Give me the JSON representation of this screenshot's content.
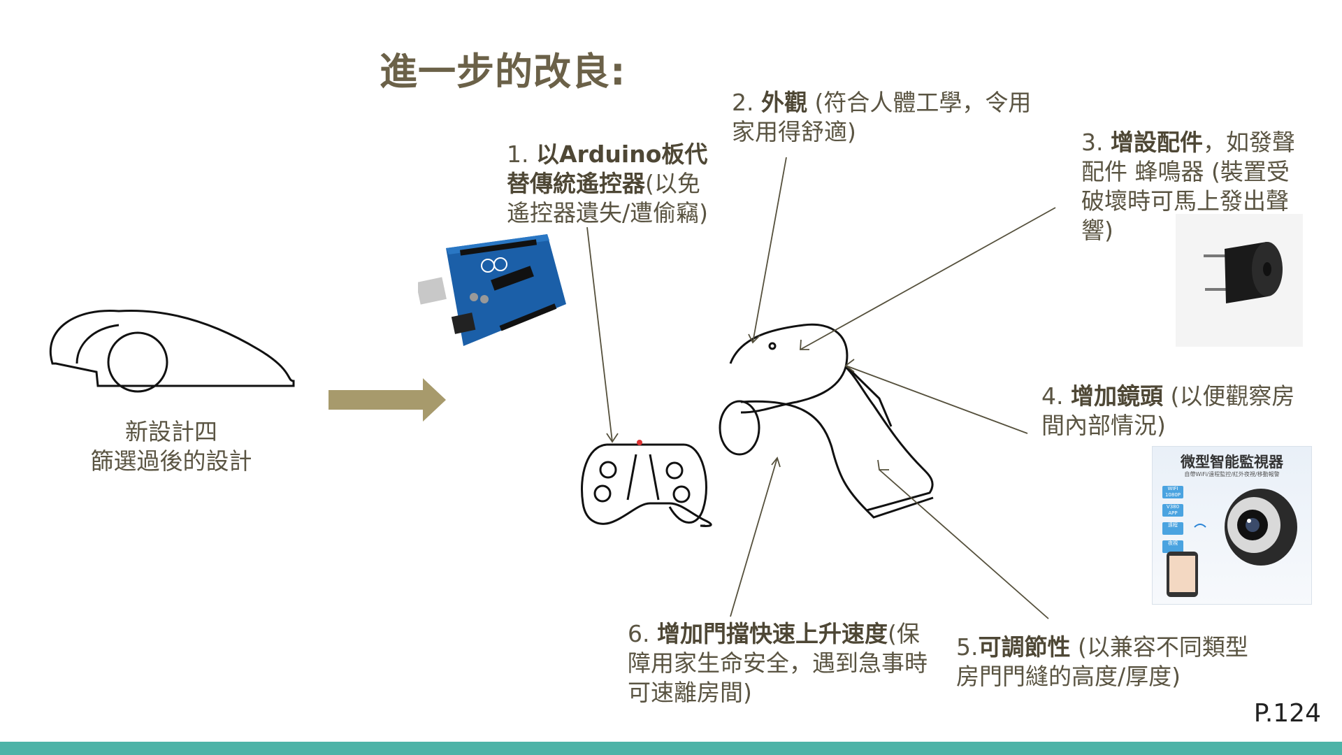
{
  "title": "進一步的改良:",
  "left_caption": {
    "line1": "新設計四",
    "line2": "篩選過後的設計"
  },
  "annotations": {
    "a1": {
      "num": "1. ",
      "bold": "以Arduino板代替傳統遙控器",
      "rest": "(以免遙控器遺失/遭偷竊)"
    },
    "a2": {
      "num": "2. ",
      "bold": "外觀",
      "rest": " (符合人體工學，令用家用得舒適)"
    },
    "a3": {
      "num": "3. ",
      "bold": "增設配件",
      "rest": "，如發聲配件 蜂鳴器 (裝置受破壞時可馬上發出聲響)"
    },
    "a4": {
      "num": "4. ",
      "bold": "增加鏡頭",
      "rest": " (以便觀察房間內部情況)"
    },
    "a5": {
      "num": "5.",
      "bold": "可調節性",
      "rest": " (以兼容不同類型房門門縫的高度/厚度)"
    },
    "a6": {
      "num": "6. ",
      "bold": "增加門擋快速上升速度",
      "rest": "(保障用家生命安全，遇到急事時可速離房間)"
    }
  },
  "camera_ad": {
    "title": "微型智能監視器",
    "subtitle": "自帶WiFi/遠程監控/紅外夜視/移動報警",
    "badges": [
      "WIFI 1080P",
      "V380 APP",
      "遠程",
      "夜視"
    ]
  },
  "page_number": "P.124",
  "colors": {
    "arrow": "#a79a6c",
    "bar": "#4db3a7",
    "text": "#5a5442"
  }
}
